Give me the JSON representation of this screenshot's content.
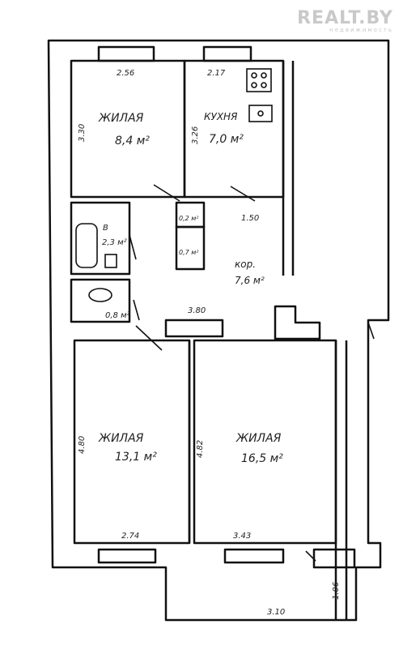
{
  "watermark": {
    "brand": "REALT.BY",
    "tagline": "недвижимость"
  },
  "rooms": [
    {
      "id": "bedroom-top",
      "name": "ЖИЛАЯ",
      "area": "8,4 м²"
    },
    {
      "id": "kitchen",
      "name": "КУХНЯ",
      "area": "7,0 м²"
    },
    {
      "id": "bathroom",
      "name": "В",
      "area": "2,3 м²"
    },
    {
      "id": "toilet",
      "area": "0,8 м²"
    },
    {
      "id": "closet-1",
      "area": "0,2 м²"
    },
    {
      "id": "closet-2",
      "area": "0,7 м²"
    },
    {
      "id": "corridor",
      "name": "кор.",
      "area": "7,6 м²"
    },
    {
      "id": "living-left",
      "name": "ЖИЛАЯ",
      "area": "13,1 м²"
    },
    {
      "id": "living-right",
      "name": "ЖИЛАЯ",
      "area": "16,5 м²"
    }
  ],
  "dimensions": {
    "d_256": "2.56",
    "d_217": "2.17",
    "d_330": "3.30",
    "d_326": "3.26",
    "d_150": "1.50",
    "d_380": "3.80",
    "d_480": "4.80",
    "d_482": "4.82",
    "d_274": "2.74",
    "d_343": "3.43",
    "d_106": "1.06",
    "d_310": "3.10"
  }
}
